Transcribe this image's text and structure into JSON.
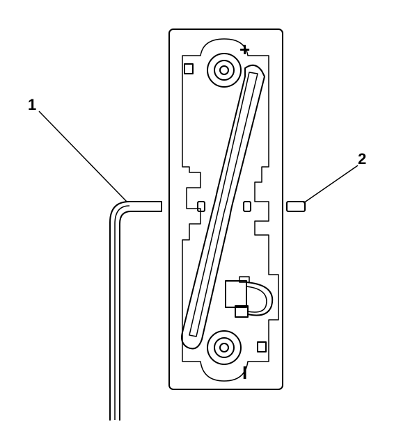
{
  "callouts": {
    "hex_key": "1",
    "plug": "2"
  },
  "terminals": {
    "positive": "+",
    "negative": "I"
  }
}
